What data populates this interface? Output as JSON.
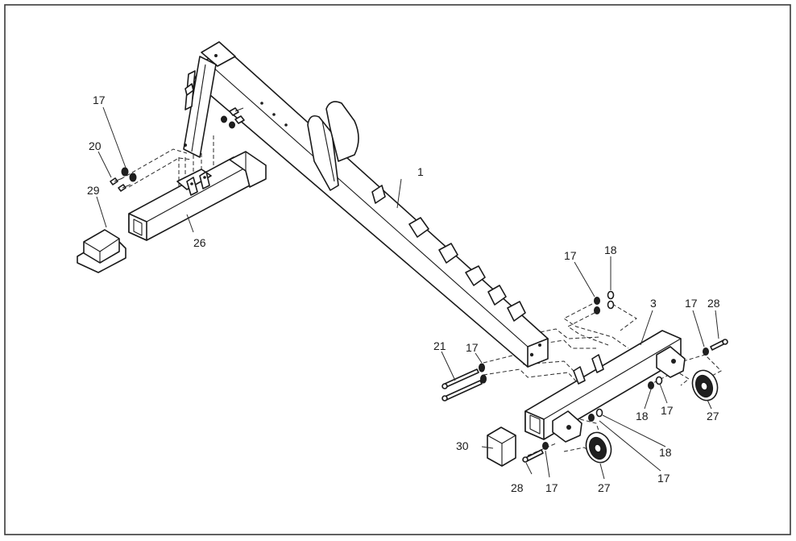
{
  "callouts": {
    "c1": "1",
    "c3": "3",
    "c17a": "17",
    "c17b": "17",
    "c17c": "17",
    "c17d": "17",
    "c17e": "17",
    "c17f": "17",
    "c17g": "17",
    "c18a": "18",
    "c18b": "18",
    "c18c": "18",
    "c20": "20",
    "c21": "21",
    "c26": "26",
    "c27a": "27",
    "c27b": "27",
    "c28a": "28",
    "c28b": "28",
    "c29": "29",
    "c30": "30"
  },
  "colors": {
    "line": "#1a1a1a",
    "frame": "#3a3a3a",
    "background": "#ffffff"
  }
}
